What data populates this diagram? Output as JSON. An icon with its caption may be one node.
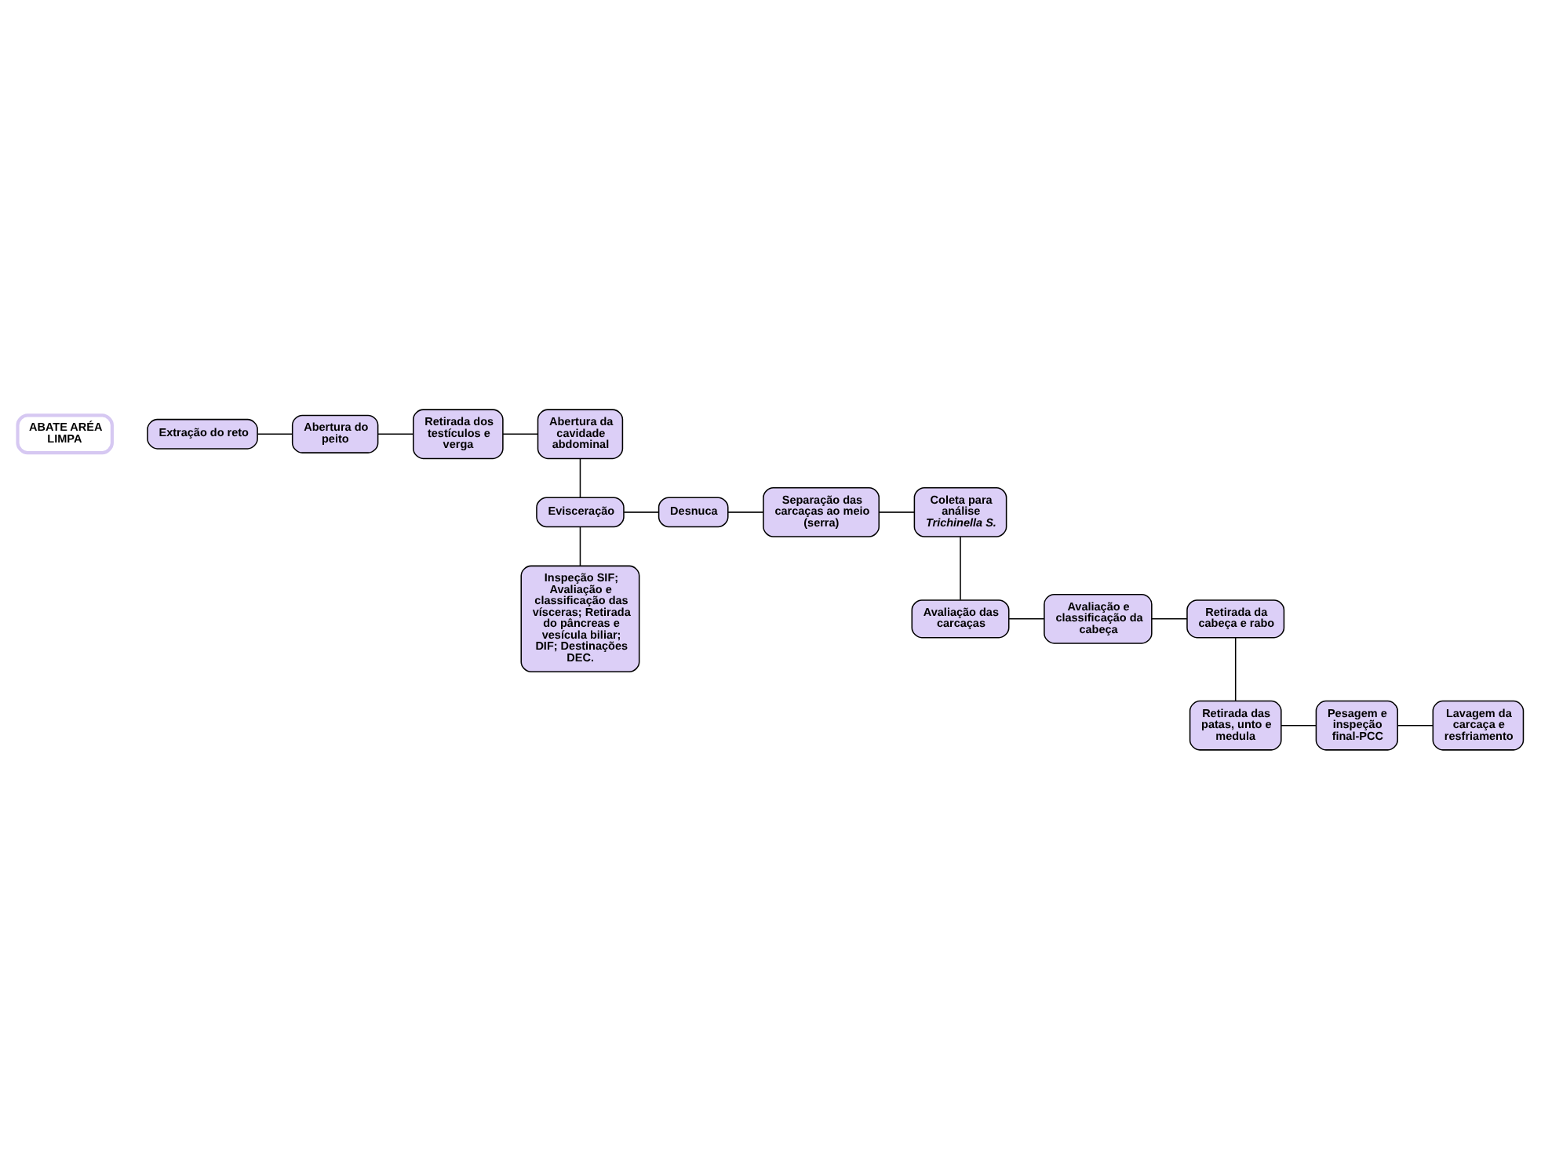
{
  "diagram": {
    "nodes": [
      {
        "text": [
          "ABATE ARÉA LIMPA"
        ]
      },
      {
        "text": [
          "Extração do reto"
        ]
      },
      {
        "text": [
          "Abertura do peito"
        ]
      },
      {
        "text": [
          "Retirada dos testículos e verga"
        ]
      },
      {
        "text": [
          "Abertura da cavidade abdominal"
        ]
      },
      {
        "text": [
          "Coleta para análise *Trichinella S.*"
        ]
      },
      {
        "text": [
          "Separação das carcaças ao meio (serra)"
        ]
      },
      {
        "text": [
          "Desnuca"
        ]
      },
      {
        "text": [
          "Evisceração"
        ]
      },
      {
        "text": [
          "Avaliação das carcaças"
        ]
      },
      {
        "text": [
          "Avaliação e classificação da cabeça"
        ]
      },
      {
        "text": [
          "Retirada da cabeça e rabo"
        ]
      },
      {
        "text": [
          "Inspeção SIF; Avaliação e classificação das vísceras; Retirada do pâncreas e vesícula biliar; DIF; Destinações DEC."
        ]
      },
      {
        "text": [
          "Lavagem da carcaça e resfriamento"
        ]
      },
      {
        "text": [
          "Pesagem e inspeção final-PCC"
        ]
      },
      {
        "text": [
          "Retirada das patas, unto e medula"
        ]
      }
    ],
    "edges": [
      {
        "from": 1,
        "to": 2,
        "arrow": "none"
      },
      {
        "from": 2,
        "to": 3,
        "arrow": "none"
      },
      {
        "from": 3,
        "to": 4,
        "arrow": "none"
      },
      {
        "from": 4,
        "to": 8,
        "arrow": "none"
      },
      {
        "from": 8,
        "to": 7,
        "arrow": "none"
      },
      {
        "from": 7,
        "to": 6,
        "arrow": "none"
      },
      {
        "from": 6,
        "to": 5,
        "arrow": "none"
      },
      {
        "from": 5,
        "to": 9,
        "arrow": "none"
      },
      {
        "from": 9,
        "to": 10,
        "arrow": "none"
      },
      {
        "from": 10,
        "to": 11,
        "arrow": "none"
      },
      {
        "from": 11,
        "to": 15,
        "arrow": "none"
      },
      {
        "from": 15,
        "to": 14,
        "arrow": "none"
      },
      {
        "from": 14,
        "to": 13,
        "arrow": "none"
      },
      {
        "from": 8,
        "to": 12,
        "arrow": "none"
      }
    ]
  }
}
